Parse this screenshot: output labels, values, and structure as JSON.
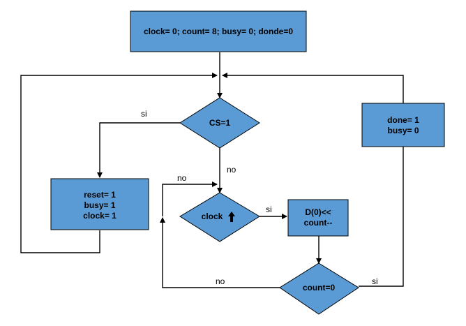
{
  "colors": {
    "node_fill": "#5b9bd5",
    "stroke": "#000000",
    "background": "#ffffff"
  },
  "nodes": {
    "init": {
      "text": "clock= 0; count= 8; busy= 0; donde=0"
    },
    "cs_decision": {
      "text": "CS=1"
    },
    "reset_box": {
      "lines": [
        "reset= 1",
        "busy= 1",
        "clock= 1"
      ]
    },
    "clock_decision": {
      "text": "clock",
      "icon": "up-arrow-icon"
    },
    "shift_box": {
      "lines": [
        "D(0)<<",
        "count--"
      ]
    },
    "count_decision": {
      "text": "count=0"
    },
    "done_box": {
      "lines": [
        "done= 1",
        "busy= 0"
      ]
    }
  },
  "edge_labels": {
    "cs_yes": "si",
    "cs_no": "no",
    "clock_no": "no",
    "clock_yes": "si",
    "count_no": "no",
    "count_yes": "si"
  }
}
